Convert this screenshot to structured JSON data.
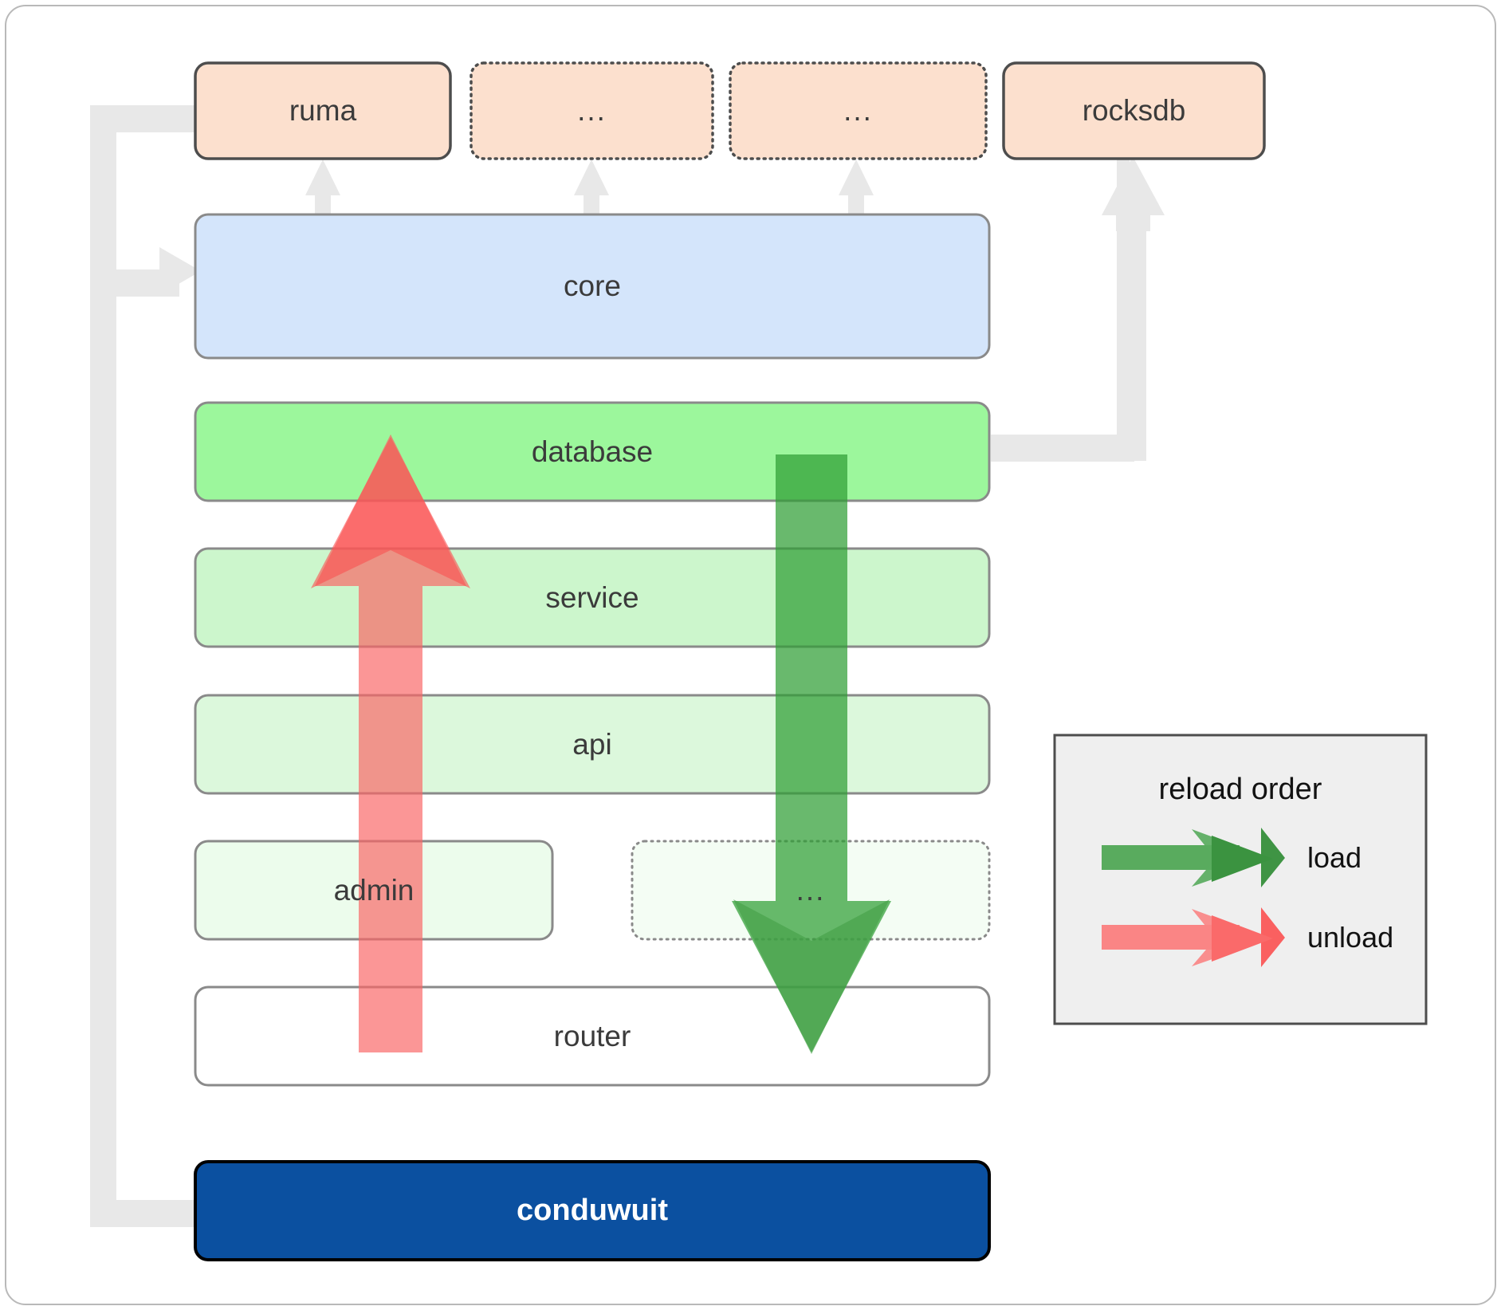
{
  "diagram": {
    "title": "conduwuit crate dependency / reload order diagram",
    "background": "#ffffff",
    "border_color": "#b9b9b9"
  },
  "dependencies_row": {
    "boxes": [
      {
        "label": "ruma",
        "fill": "#fce0ce",
        "stroke": "#4d4d4d",
        "stroke_style": "solid"
      },
      {
        "label": "...",
        "fill": "#fce0ce",
        "stroke": "#4d4d4d",
        "stroke_style": "dotted"
      },
      {
        "label": "...",
        "fill": "#fce0ce",
        "stroke": "#4d4d4d",
        "stroke_style": "dotted"
      },
      {
        "label": "rocksdb",
        "fill": "#fce0ce",
        "stroke": "#4d4d4d",
        "stroke_style": "solid"
      }
    ]
  },
  "stack": {
    "layers": [
      {
        "label": "core",
        "fill": "#d4e5fb",
        "stroke": "#8a8a8a",
        "stroke_style": "solid"
      },
      {
        "label": "database",
        "fill": "#9cf79c",
        "stroke": "#8a8a8a",
        "stroke_style": "solid"
      },
      {
        "label": "service",
        "fill": "#ccf6cc",
        "stroke": "#8a8a8a",
        "stroke_style": "solid"
      },
      {
        "label": "api",
        "fill": "#dcf8dc",
        "stroke": "#8a8a8a",
        "stroke_style": "solid"
      },
      {
        "label": "admin",
        "fill": "#ecfcec",
        "stroke": "#8a8a8a",
        "stroke_style": "solid"
      },
      {
        "label": "...",
        "fill": "#ecfcec",
        "stroke": "#8a8a8a",
        "stroke_style": "dotted"
      },
      {
        "label": "router",
        "fill": "#ffffff",
        "stroke": "#8a8a8a",
        "stroke_style": "solid"
      }
    ]
  },
  "binary": {
    "label": "conduwuit",
    "fill": "#0b50a0",
    "stroke": "#000000",
    "text_color": "#ffffff"
  },
  "legend": {
    "title": "reload order",
    "background": "#efefef",
    "border_color": "#4d4d4d",
    "items": [
      {
        "label": "load",
        "color": "#59ab5e",
        "direction": "right"
      },
      {
        "label": "unload",
        "color": "#fa8585",
        "direction": "right"
      }
    ]
  },
  "flow_arrows": {
    "load": {
      "color": "#59ab5e",
      "direction": "down",
      "from": "database",
      "to": "router"
    },
    "unload": {
      "color": "#fa8585",
      "direction": "up",
      "from": "router",
      "to": "database"
    },
    "link_color": "#e8e8e8"
  }
}
